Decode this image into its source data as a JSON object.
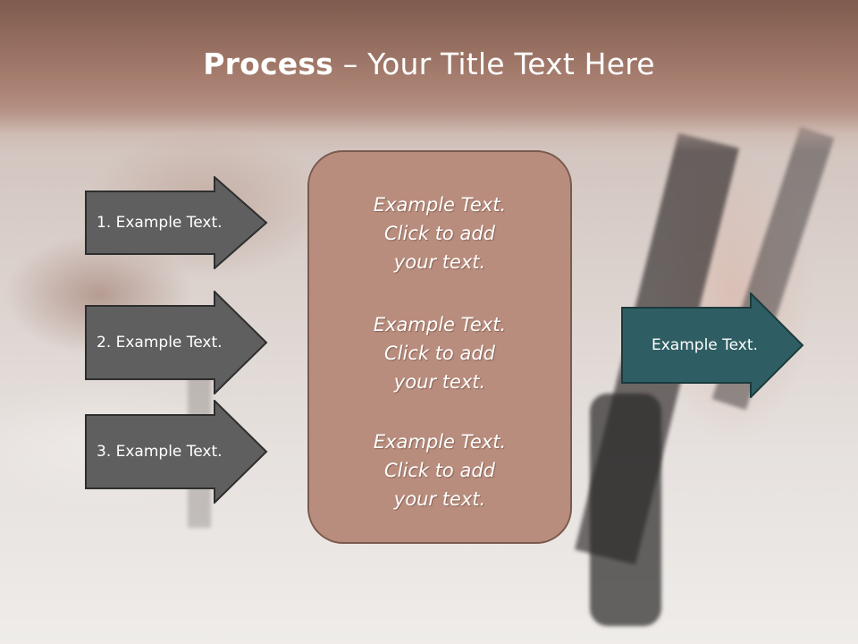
{
  "slide": {
    "title_bold": "Process",
    "title_rest": " – Your Title Text Here",
    "left_steps": [
      {
        "label": "1. Example Text."
      },
      {
        "label": "2. Example Text."
      },
      {
        "label": "3. Example Text."
      }
    ],
    "center_blocks": [
      {
        "line1": "Example Text.",
        "line2": "Click  to add",
        "line3": "your text."
      },
      {
        "line1": "Example Text.",
        "line2": "Click  to add",
        "line3": "your text."
      },
      {
        "line1": "Example Text.",
        "line2": "Click  to add",
        "line3": "your text."
      }
    ],
    "right_step": {
      "label": "Example Text."
    }
  },
  "colors": {
    "title_band": "#a98071",
    "left_arrow_fill": "#5f5f5f",
    "left_arrow_border": "#2e2e2e",
    "center_box_fill": "#b98d7d",
    "center_box_border": "#7a5a4e",
    "right_arrow_fill": "#2e5e63",
    "right_arrow_border": "#1c3a3d",
    "text": "#ffffff"
  }
}
